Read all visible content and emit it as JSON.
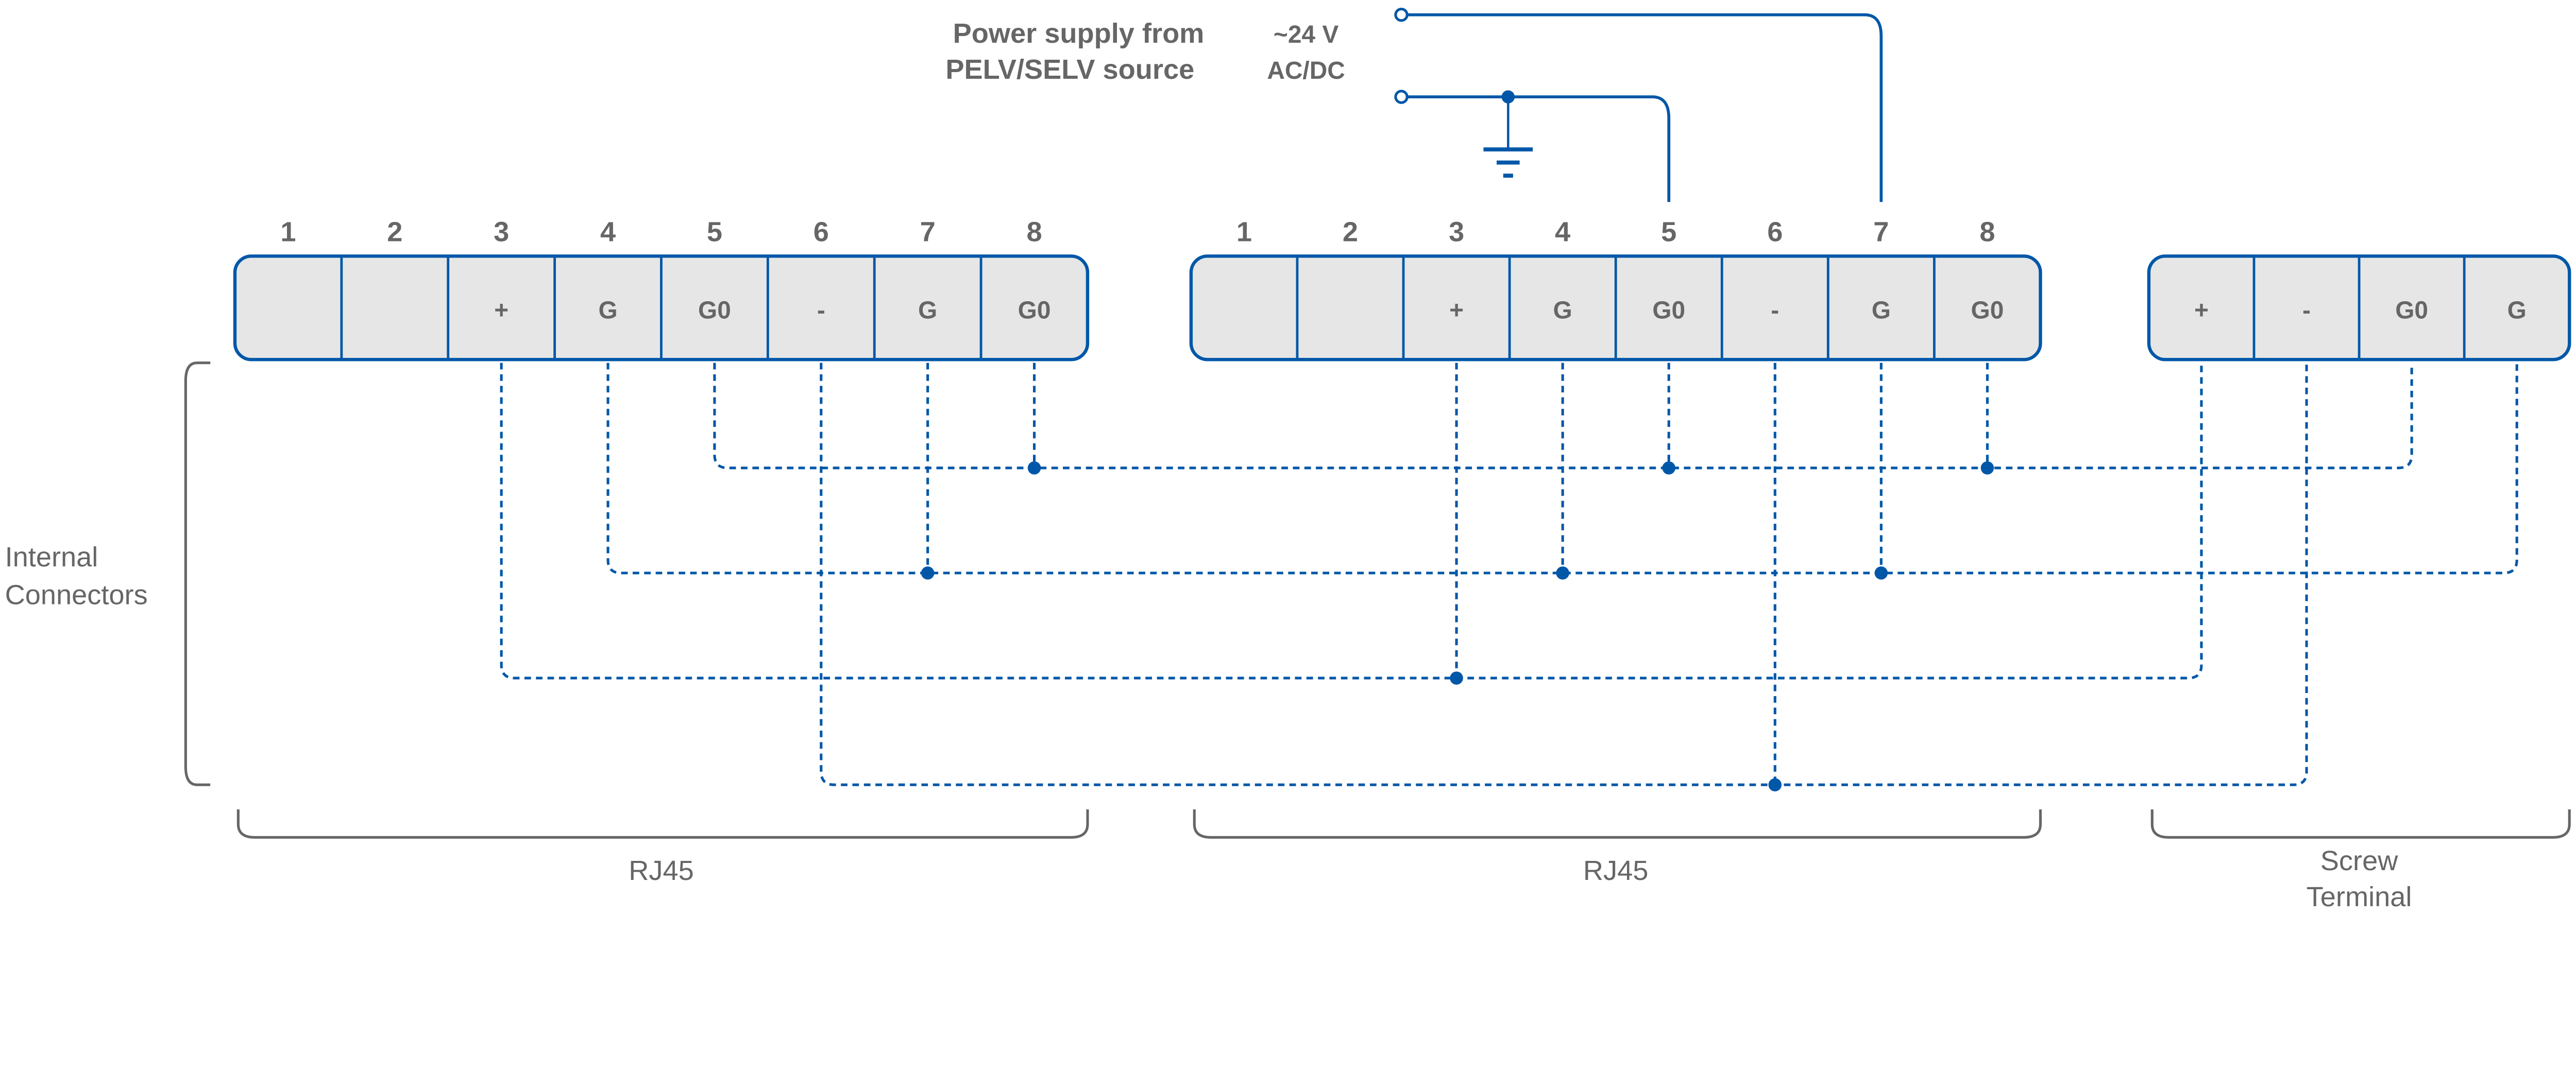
{
  "colors": {
    "wire": "#0057a8",
    "box_fill": "#e6e6e6",
    "text": "#666666"
  },
  "power": {
    "label_line1": "Power supply from",
    "label_line2": "PELV/SELV source",
    "voltage_line1": "~24 V",
    "voltage_line2": "AC/DC",
    "ground_icon": "ground-icon"
  },
  "side_label": {
    "line1": "Internal",
    "line2": "Connectors"
  },
  "connectors": [
    {
      "name": "RJ45",
      "pins": [
        {
          "num": "1",
          "label": ""
        },
        {
          "num": "2",
          "label": ""
        },
        {
          "num": "3",
          "label": "+"
        },
        {
          "num": "4",
          "label": "G"
        },
        {
          "num": "5",
          "label": "G0"
        },
        {
          "num": "6",
          "label": "-"
        },
        {
          "num": "7",
          "label": "G"
        },
        {
          "num": "8",
          "label": "G0"
        }
      ]
    },
    {
      "name": "RJ45",
      "pins": [
        {
          "num": "1",
          "label": ""
        },
        {
          "num": "2",
          "label": ""
        },
        {
          "num": "3",
          "label": "+"
        },
        {
          "num": "4",
          "label": "G"
        },
        {
          "num": "5",
          "label": "G0"
        },
        {
          "num": "6",
          "label": "-"
        },
        {
          "num": "7",
          "label": "G"
        },
        {
          "num": "8",
          "label": "G0"
        }
      ]
    },
    {
      "name_line1": "Screw",
      "name_line2": "Terminal",
      "pins": [
        {
          "label": "+"
        },
        {
          "label": "-"
        },
        {
          "label": "G0"
        },
        {
          "label": "G"
        }
      ]
    }
  ],
  "buses": [
    {
      "signal": "G0",
      "taps": [
        [
          0,
          4
        ],
        [
          0,
          7
        ],
        [
          1,
          4
        ],
        [
          1,
          7
        ],
        [
          2,
          2
        ]
      ]
    },
    {
      "signal": "G",
      "taps": [
        [
          0,
          3
        ],
        [
          0,
          6
        ],
        [
          1,
          3
        ],
        [
          1,
          6
        ],
        [
          2,
          3
        ]
      ]
    },
    {
      "signal": "+",
      "taps": [
        [
          0,
          2
        ],
        [
          1,
          2
        ],
        [
          2,
          0
        ]
      ]
    },
    {
      "signal": "-",
      "taps": [
        [
          0,
          5
        ],
        [
          1,
          5
        ],
        [
          2,
          1
        ]
      ]
    }
  ],
  "power_connections": [
    {
      "terminal": "top",
      "connector": 1,
      "pin": "7"
    },
    {
      "terminal": "bottom",
      "connector": 1,
      "pin": "5",
      "grounded": true
    }
  ]
}
